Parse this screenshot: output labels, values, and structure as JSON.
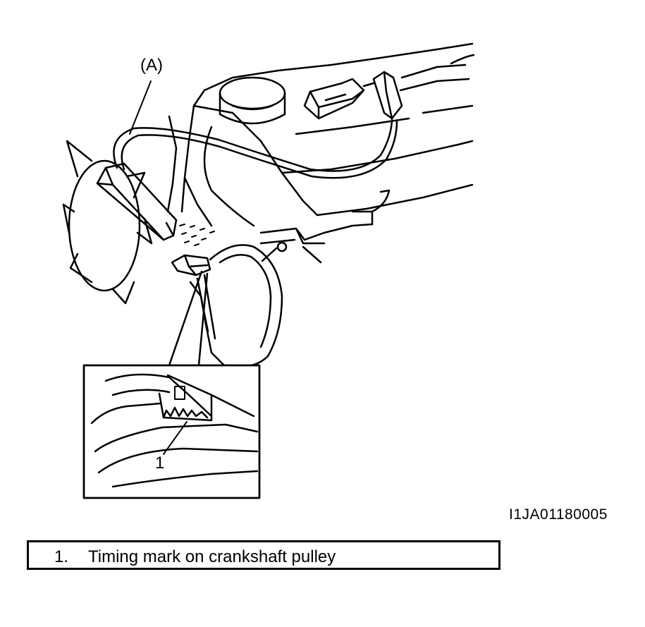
{
  "figure": {
    "callout_a": "(A)",
    "callout_1": "1",
    "figure_id": "I1JA01180005"
  },
  "legend": {
    "items": [
      {
        "number": "1.",
        "text": "Timing mark on crankshaft pulley"
      }
    ]
  }
}
